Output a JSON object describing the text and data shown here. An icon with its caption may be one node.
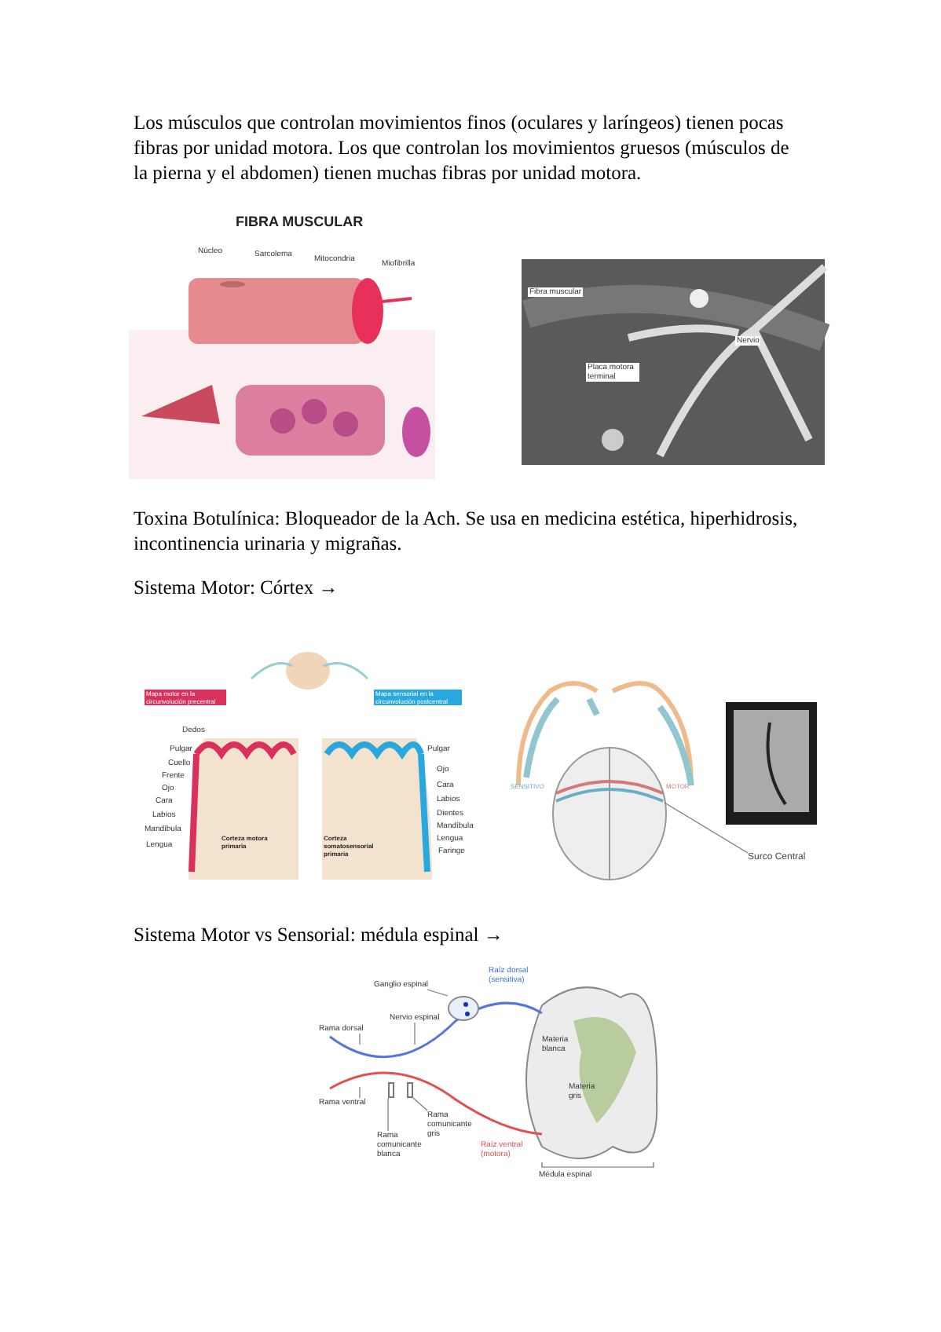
{
  "diagram": {
    "nodes": [
      {
        "text": [
          "Surco Central"
        ]
      },
      {
        "text": [
          "Ganglio espinal"
        ]
      },
      {
        "text": [
          "Nervio espinal"
        ]
      },
      {
        "text": [
          "Rama dorsal"
        ]
      },
      {
        "text": [
          "Rama ventral"
        ]
      },
      {
        "text": [
          "Rama comunicante blanca"
        ]
      },
      {
        "text": [
          "Rama comunicante gris"
        ]
      },
      {
        "text": [],
        "shape": "circle"
      },
      {
        "text": [],
        "shape": "bar"
      },
      {
        "text": [],
        "shape": "bar"
      }
    ],
    "edges": [
      {
        "from": 0,
        "to": null,
        "arrow": "none"
      },
      {
        "from": 1,
        "to": 7,
        "arrow": "none"
      },
      {
        "from": 2,
        "to": null,
        "arrow": "none"
      },
      {
        "from": 3,
        "to": null,
        "arrow": "none"
      },
      {
        "from": 4,
        "to": null,
        "arrow": "none"
      },
      {
        "from": 5,
        "to": 8,
        "arrow": "none"
      },
      {
        "from": 6,
        "to": 9,
        "arrow": "none"
      }
    ],
    "labels": [
      "Los músculos que controlan movimientos finos (oculares y laríngeos) tienen pocas fibras por unidad motora. Los que controlan los movimientos gruesos (músculos de la pierna y el abdomen) tienen muchas fibras por unidad motora.",
      "Toxina Botulínica: Bloqueador de la Ach. Se usa en medicina estética, hiperhidrosis, incontinencia urinaria y migrañas.",
      "Sistema Motor: Córtex →",
      "Sistema Motor vs Sensorial: médula espinal →",
      "FIBRA MUSCULAR",
      "Núcleo",
      "Sarcolema",
      "Mitocondria",
      "Miofibrilla",
      "Fibra muscular",
      "Nervio",
      "Placa motora terminal",
      "Mapa motor en la circunvolución precentral",
      "Mapa sensorial en la circunvolución postcentral",
      "Dedos",
      "Pulgar",
      "Cuello",
      "Frente",
      "Ojo",
      "Cara",
      "Labios",
      "Mandíbula",
      "Lengua",
      "Pulgar",
      "Ojo",
      "Cara",
      "Labios",
      "Dientes",
      "Mandíbula",
      "Lengua",
      "Faringe",
      "Corteza motora primaria",
      "Corteza somatosensorial primaria",
      "SENSITIVO",
      "MOTOR",
      "Raíz dorsal (sensitiva)",
      "Materia blanca",
      "Materia gris",
      "Raíz ventral (motora)",
      "Médula espinal"
    ]
  }
}
